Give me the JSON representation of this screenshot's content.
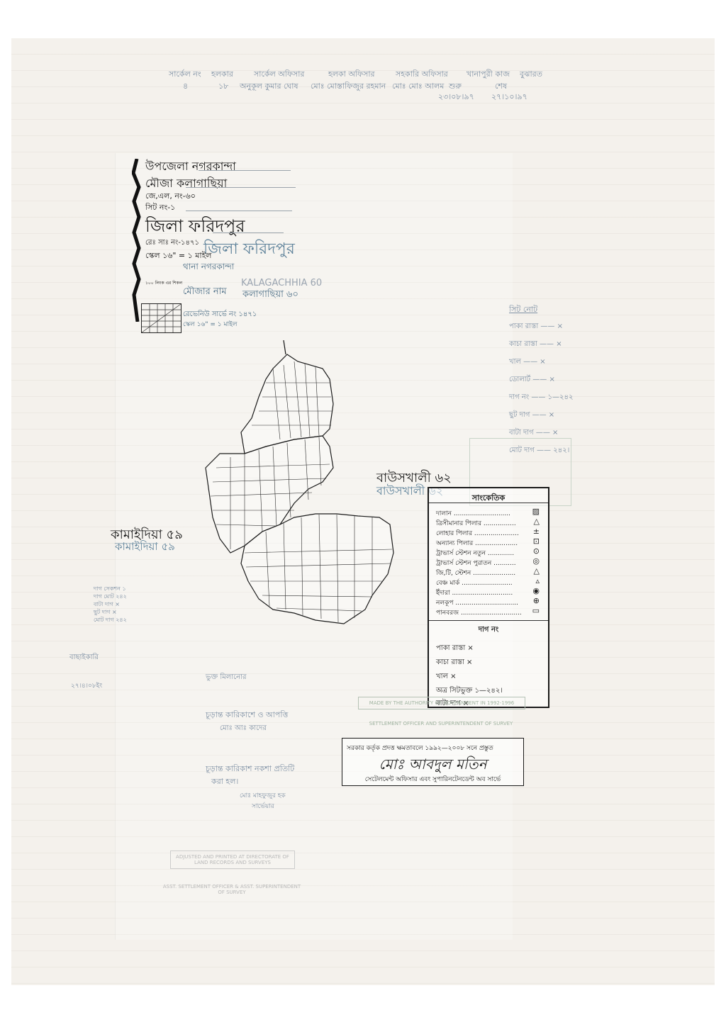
{
  "header": {
    "columns": [
      "সার্কেল নং",
      "হলকার",
      "সার্কেল অফিসার",
      "হলকা অফিসার",
      "সহকারি অফিসার",
      "খানাপুরী কাজ",
      "বুঝারত"
    ],
    "values": [
      "৪",
      "১৮",
      "অনুকূল কুমার ঘোষ",
      "মোঃ মোস্তাফিজুর রহমান",
      "মোঃ মোঃ আলম",
      "শুরু",
      "শেষ"
    ],
    "dates": [
      "২৩।০৮।৯৭",
      "২৭।১০।৯৭"
    ]
  },
  "title_block": {
    "upazila": "উপজেলা নগরকান্দা",
    "mouza": "মৌজা কলাগাছিয়া",
    "jl_no": "জে,এল, নং-৬০",
    "sheet_no": "সিট নং-১",
    "district": "জিলা ফরিদপুর",
    "district_overprint": "জিলা ফরিদপুর",
    "rs_no": "রেঃ সাঃ নং-১৪৭১",
    "scale": "স্কেল ১৬\" = ১ মাইল",
    "thana": "থানা নগরকান্দা",
    "mouza_name_label": "মৌজার নাম",
    "mouza_name_value": "কলাগাছিয়া ৬০",
    "mouza_roman": "KALAGACHHIA 60",
    "revisional_survey": "রেভেনিউ সার্ভে নং ১৪৭১",
    "revisional_scale": "স্কেল ১৬\" = ১ মাইল",
    "scale_bar_caption": "১০০ লিংক এর শিকল"
  },
  "sheet_note": {
    "title": "সিট নোট",
    "rows": [
      "পাকা রাস্তা —— ×",
      "কাচা রাস্তা —— ×",
      "খাল —— ×",
      "ডোলার্ট —— ×",
      "দাগ নং —— ১—২৪২",
      "ছুট দাগ —— ×",
      "বাটা দাগ —— ×",
      "মোট দাগ —— ২৪২।"
    ]
  },
  "neighbours": {
    "east": "বাউসখালী ৬২",
    "east_overprint": "বাউসখালী ৬২",
    "west": "কামাইদিয়া ৫৯",
    "west_overprint": "কামাইদিয়া ৫৯"
  },
  "legend": {
    "title": "সাংকেতিক",
    "rows": [
      {
        "label": "দালান ............................",
        "symbol": "▨"
      },
      {
        "label": "ত্রিসীমানার পিলার ................",
        "symbol": "△"
      },
      {
        "label": "লোহার পিলার ......................",
        "symbol": "±"
      },
      {
        "label": "অন্যান্য পিলার .....................",
        "symbol": "⊡"
      },
      {
        "label": "ট্রাভার্স স্টেশন নতুন .............",
        "symbol": "⊙"
      },
      {
        "label": "ট্রাভার্স স্টেশন পুরাতন ...........",
        "symbol": "◎"
      },
      {
        "label": "জি,টি, স্টেশন .....................",
        "symbol": "△"
      },
      {
        "label": "বেঞ্চ মার্ক .........................",
        "symbol": "▵"
      },
      {
        "label": "ইঁদারা ..............................",
        "symbol": "◉"
      },
      {
        "label": "নলকূপ ...............................",
        "symbol": "⊕"
      },
      {
        "label": "পানবরজ ..............................",
        "symbol": "▭"
      }
    ],
    "plot_title": "দাগ নং",
    "plot_rows": [
      "পাকা রাস্তা ×",
      "কাচা রাস্তা ×",
      "খাল ×",
      "অত্র সিটভুক্ত ১—২৪২।",
      "বাটা দাগ ×"
    ]
  },
  "certificate": {
    "line1": "সরকার কর্তৃক প্রদত্ত ক্ষমতাবলে ১৯৯২—২০০৮ সনে প্রস্তুত",
    "signature": "মোঃ আবদুল মতিন",
    "line3": "সেটেলমেন্ট অফিসার এবং সুপারিনটেনডেন্ট অব সার্ভে"
  },
  "stamps": {
    "stamp1": "MADE BY THE AUTHORITY OF GOVERNMENT IN 1992-1996",
    "stamp2": "SETTLEMENT OFFICER AND SUPERINTENDENT OF SURVEY",
    "stamp3": "ADJUSTED AND PRINTED AT DIRECTORATE OF LAND RECORDS AND SURVEYS",
    "stamp4": "ASST. SETTLEMENT OFFICER & ASST. SUPERINTENDENT OF SURVEY"
  },
  "left_notes": {
    "summary": [
      "দাগ সেকশন ১",
      "দাগ মোট ২৪২",
      "বাটা দাগ ×",
      "ছুট দাগ ×",
      "মোট দাগ ২৪২"
    ],
    "verifier_label": "বাছাইকারি",
    "verifier_date": "২৭।৪।০৮ইং",
    "note1": "ভুক্ত মিলানোর",
    "note2": "চূড়ান্ত কারিকাশে ও আপত্তি",
    "note3": "মোঃ আঃ কাদের",
    "note4": "চূড়ান্ত কারিকাশ নকশা প্রতিটি",
    "note5": "করা হল।",
    "note6": "মোঃ মাহফুজুর হক",
    "note7": "সার্ভেয়ার"
  },
  "colors": {
    "ink": "#151515",
    "pencil": "#7d8fa3",
    "blue_overprint": "#5a7f98",
    "paper": "#f4f1ec"
  }
}
